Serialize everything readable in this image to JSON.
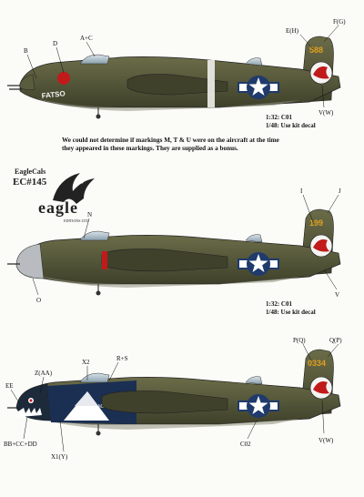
{
  "callouts1": {
    "b": "B",
    "d": "D",
    "ac": "A+C",
    "eh": "E(H)",
    "fg": "F(G)",
    "vw": "V(W)"
  },
  "kit1": {
    "l1": "1:32: C01",
    "l2": "1/48: Use kit decal"
  },
  "note": "We could not determine if markings M, T & U were on the aircraft at the time they appeared in these markings. They are supplied as a bonus.",
  "logo": {
    "line1": "EagleCals",
    "line2": "EC#145",
    "brand": "eagle",
    "sub": "EDITIONS LTD."
  },
  "callouts2": {
    "i": "I",
    "j": "J",
    "n": "N",
    "o": "O",
    "v": "V"
  },
  "kit2": {
    "l1": "1:32: C01",
    "l2": "1/48: Use kit decal"
  },
  "callouts3": {
    "pq": "P(Q)",
    "qp": "Q(P)",
    "x2": "X2",
    "rs": "R+S",
    "ee": "EE",
    "zaa": "Z(AA)",
    "bbccdd": "BB+CC+DD",
    "x1y": "X1(Y)",
    "c02": "C02",
    "vw": "V(W)"
  },
  "markings": {
    "nose1": "FATSO",
    "tail1": "588",
    "tail2": "199",
    "tail3": "0334",
    "nose3": "MEEE"
  },
  "colors": {
    "olive": "#585a3b",
    "olive_dark": "#3f412b",
    "belly": "#8f8f7e",
    "roundel": "#1f3a6b",
    "red": "#c11a1a",
    "yellow": "#e0a020"
  }
}
